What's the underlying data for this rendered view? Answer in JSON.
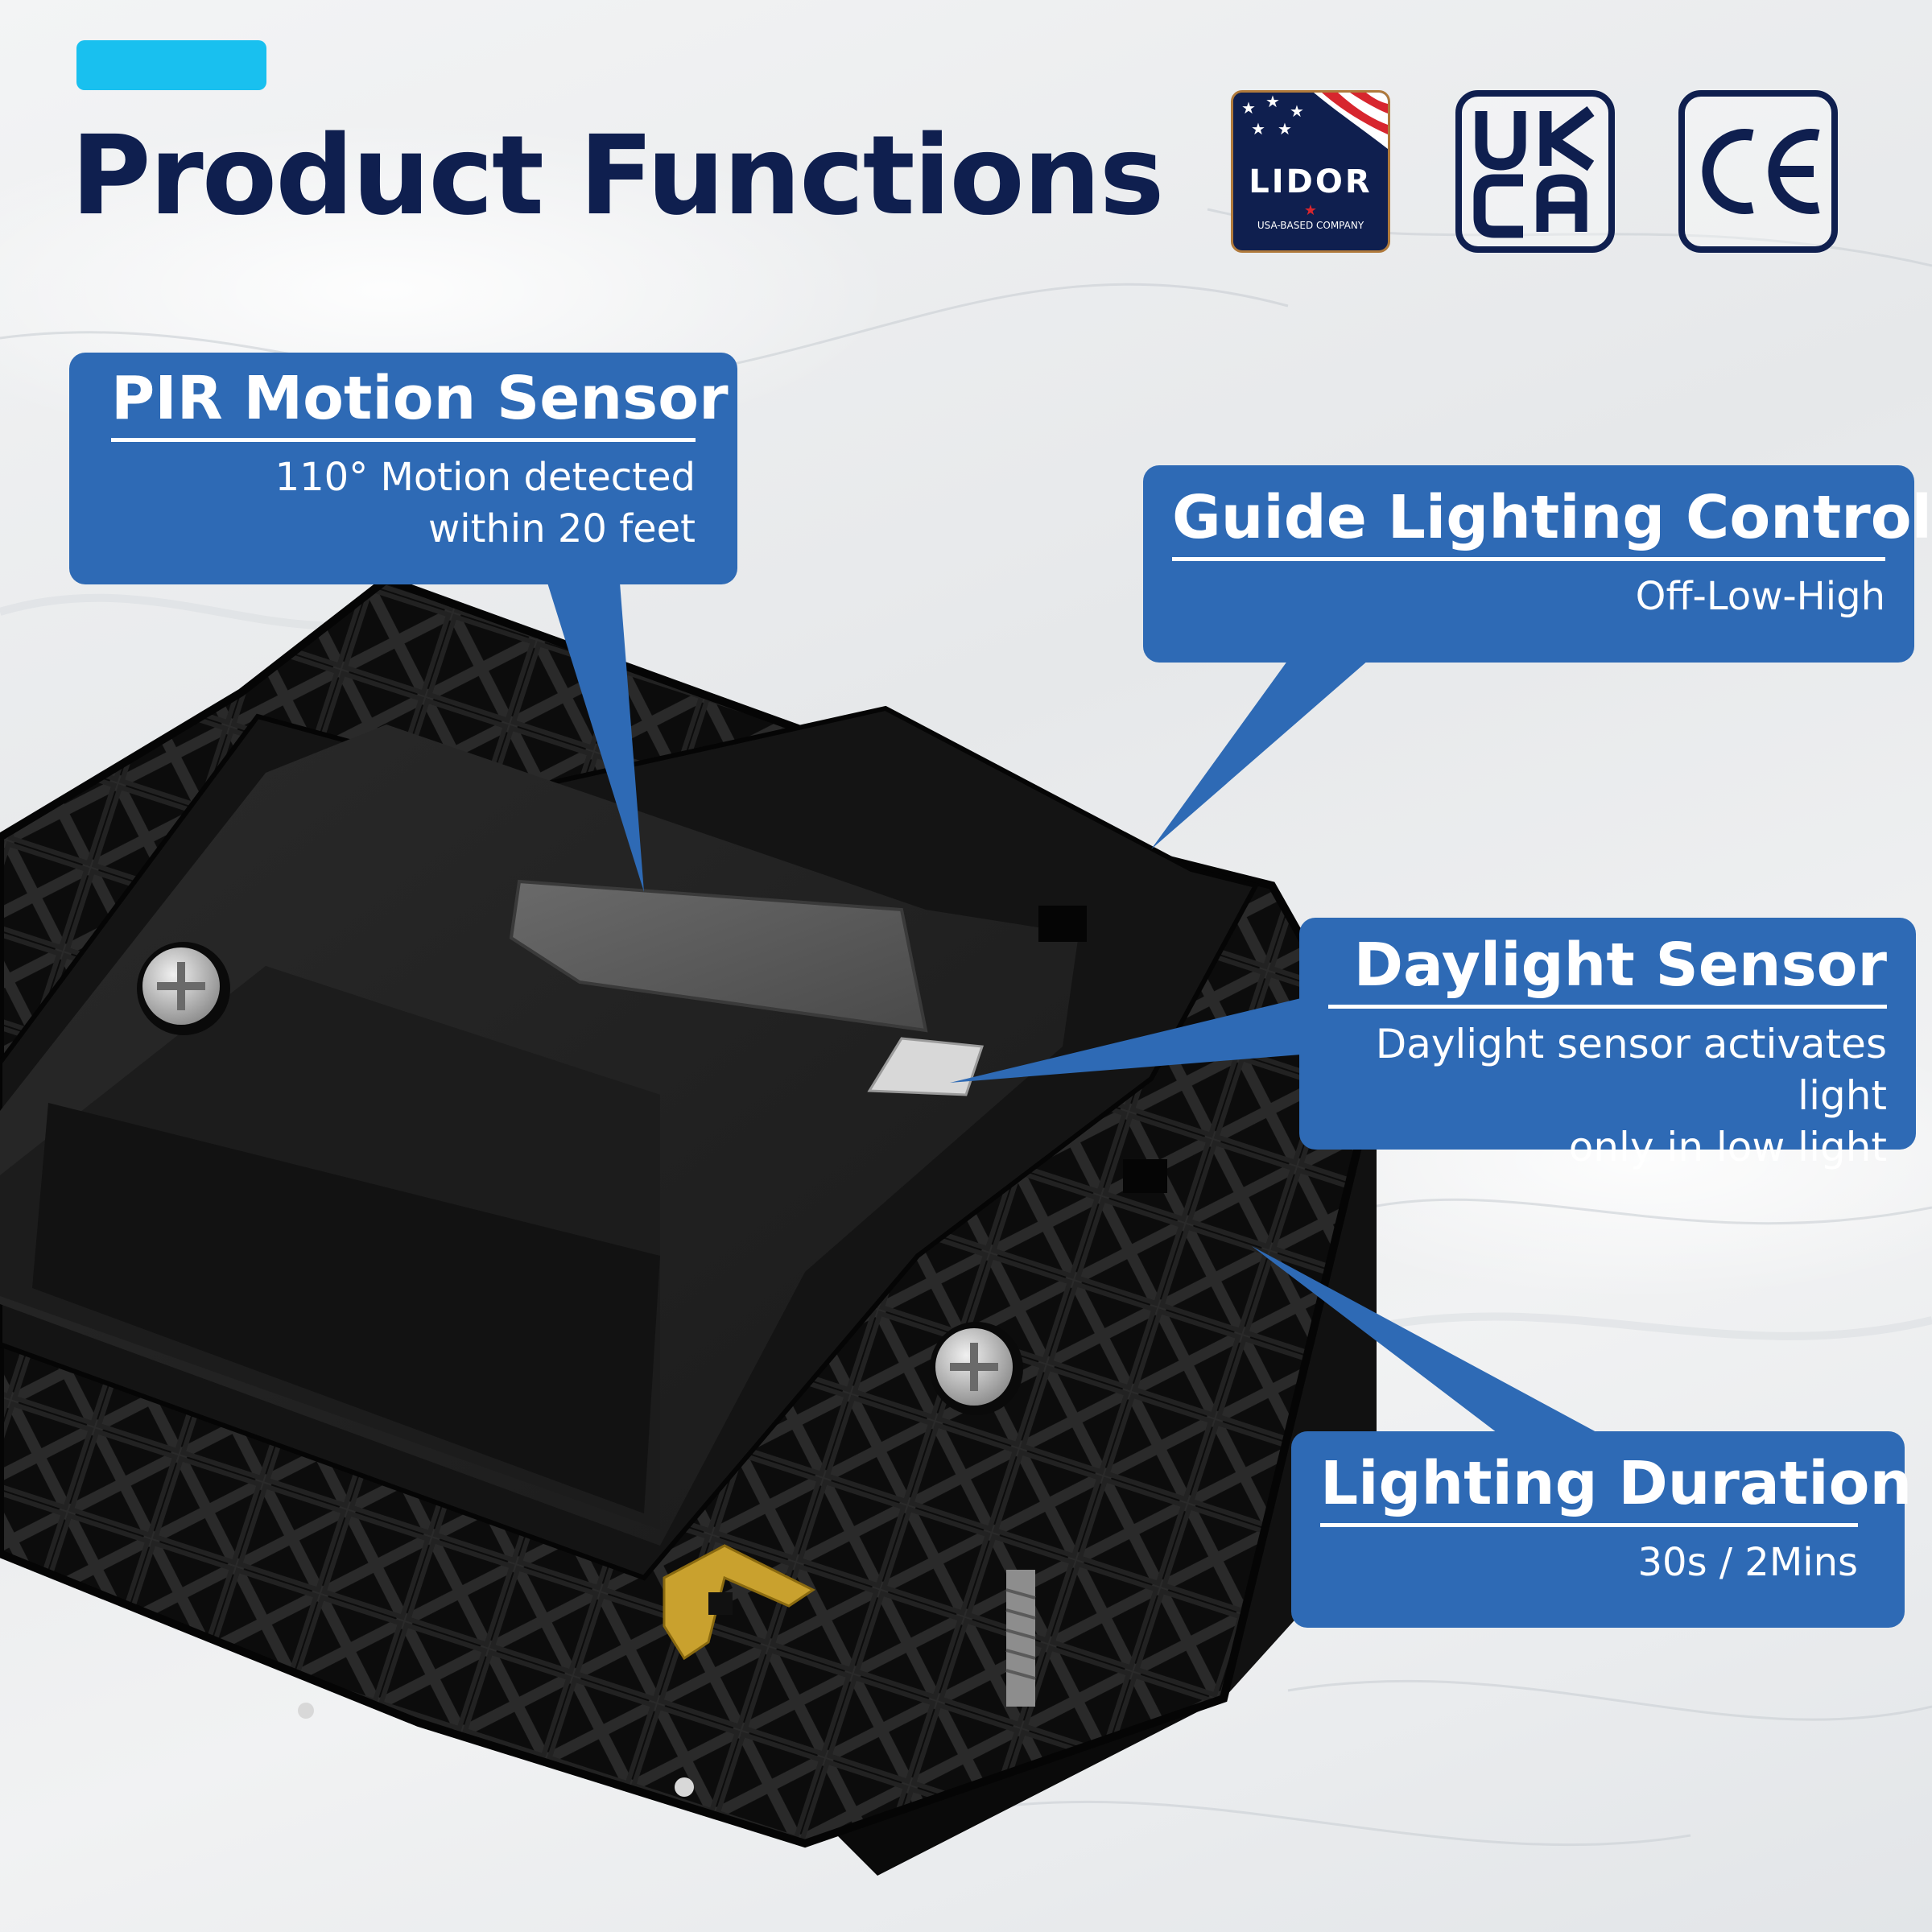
{
  "header": {
    "title": "Product Functions"
  },
  "badges": {
    "lidor": {
      "brand": "LIDOR",
      "tagline": "USA-BASED COMPANY"
    },
    "ukca": "UKCA",
    "ce": "CE"
  },
  "callouts": {
    "pir": {
      "title": "PIR Motion Sensor",
      "description": "110° Motion detected\nwithin 20 feet"
    },
    "guide": {
      "title": "Guide Lighting Control",
      "description": "Off-Low-High"
    },
    "daylight": {
      "title": "Daylight Sensor",
      "description": "Daylight sensor activates light\nonly in low light"
    },
    "duration": {
      "title": "Lighting Duration",
      "description": "30s / 2Mins"
    }
  },
  "colors": {
    "accent": "#19c0ef",
    "title": "#0f1f4f",
    "callout": "#2e6ab5",
    "device": "#151515"
  }
}
